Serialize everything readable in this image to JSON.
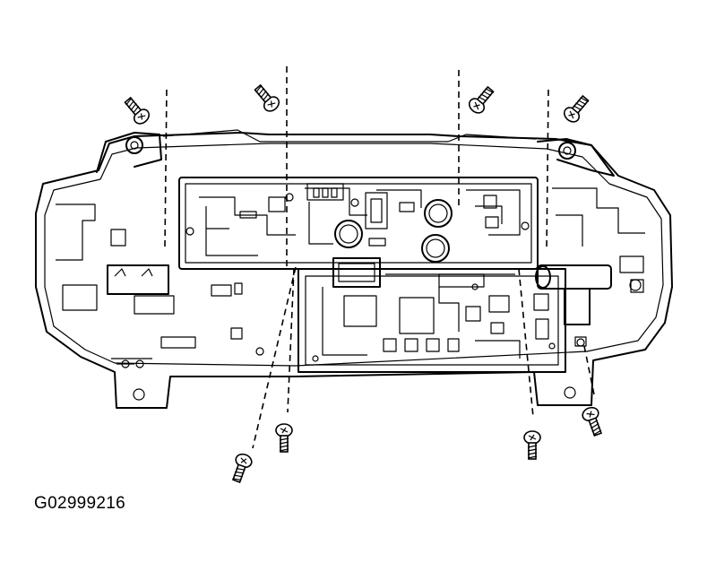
{
  "figure": {
    "id_label": "G02999216",
    "subject": "instrument-cluster-rear-view",
    "screw_count": 8,
    "line_color": "#000000",
    "background_color": "#ffffff"
  }
}
